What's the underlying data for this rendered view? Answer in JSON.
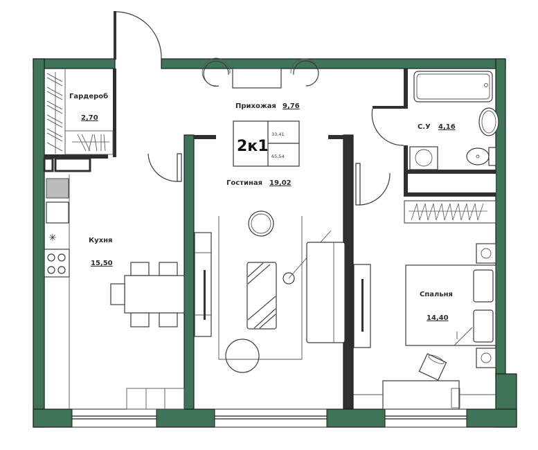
{
  "plan": {
    "type_badge": {
      "label": "2к1",
      "living_area": "33,41",
      "total_area": "65,54"
    },
    "rooms": [
      {
        "id": "wardrobe",
        "name": "Гардероб",
        "area": "2,70"
      },
      {
        "id": "hallway",
        "name": "Прихожая",
        "area": "9,76"
      },
      {
        "id": "bathroom",
        "name": "С.У",
        "area": "4,16"
      },
      {
        "id": "living",
        "name": "Гостиная",
        "area": "19,02"
      },
      {
        "id": "kitchen",
        "name": "Кухня",
        "area": "15,50"
      },
      {
        "id": "bedroom",
        "name": "Спальня",
        "area": "14,40"
      }
    ],
    "colors": {
      "exterior_wall": "#3f7459",
      "interior_wall": "#2f2f2f",
      "background": "#ffffff"
    }
  }
}
